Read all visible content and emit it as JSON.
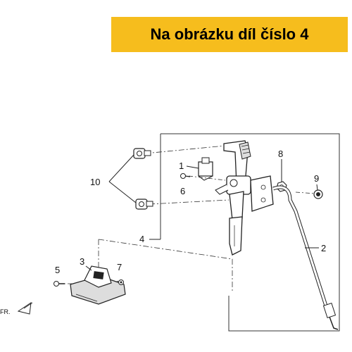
{
  "banner": {
    "text": "Na obrázku díl číslo 4",
    "background": "#f6bd1d"
  },
  "diagram": {
    "callouts": [
      "1",
      "2",
      "3",
      "4",
      "5",
      "6",
      "7",
      "8",
      "9",
      "10"
    ],
    "direction_marker": "FR."
  }
}
